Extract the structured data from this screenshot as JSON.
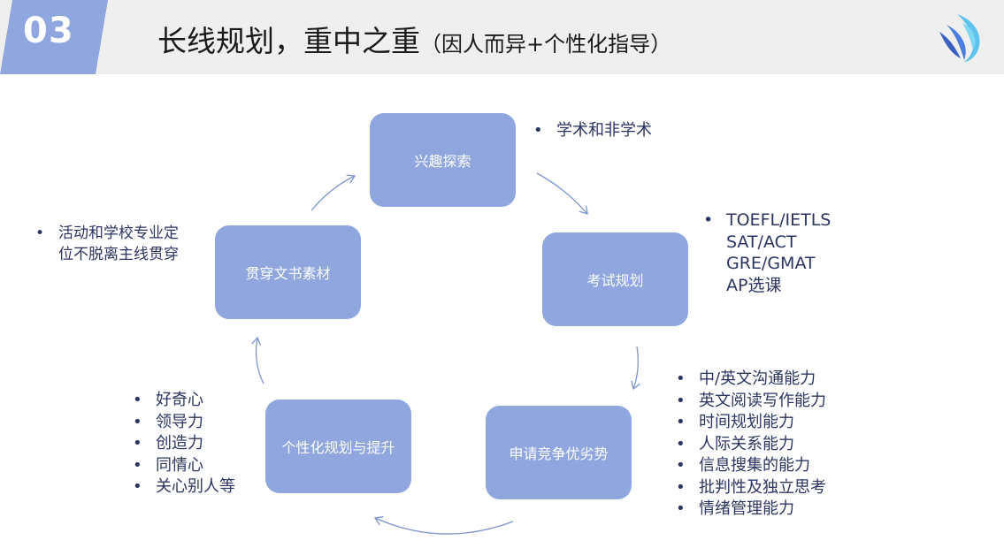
{
  "header": {
    "section_number": "03",
    "title": "长线规划，重中之重",
    "subtitle": "（因人而异+个性化指导）"
  },
  "cycle": {
    "nodes": [
      {
        "id": "interest",
        "label": "兴趣探索"
      },
      {
        "id": "exam",
        "label": "考试规划"
      },
      {
        "id": "competitive",
        "label": "申请竞争优劣势"
      },
      {
        "id": "personal",
        "label": "个性化规划与提升"
      },
      {
        "id": "essay",
        "label": "贯穿文书素材"
      }
    ]
  },
  "notes": {
    "interest": [
      "学术和非学术"
    ],
    "exam": [
      "TOEFL/IETLS",
      "SAT/ACT",
      "GRE/GMAT",
      "AP选课"
    ],
    "competitive": [
      "中/英文沟通能力",
      "英文阅读写作能力",
      "时间规划能力",
      "人际关系能力",
      "信息搜集的能力",
      "批判性及独立思考",
      "情绪管理能力"
    ],
    "personal": [
      "好奇心",
      "领导力",
      "创造力",
      "同情心",
      "关心别人等"
    ],
    "essay": [
      "活动和学校专业定",
      "位不脱离主线贯穿"
    ]
  },
  "colors": {
    "node_fill": "#8fa6de",
    "tab_fill": "#8fa6de",
    "header_band": "#efefef",
    "note_text": "#2b3562",
    "arrow": "#7d95cf"
  },
  "icons": {
    "logo": "wave-swirl-logo-icon"
  }
}
